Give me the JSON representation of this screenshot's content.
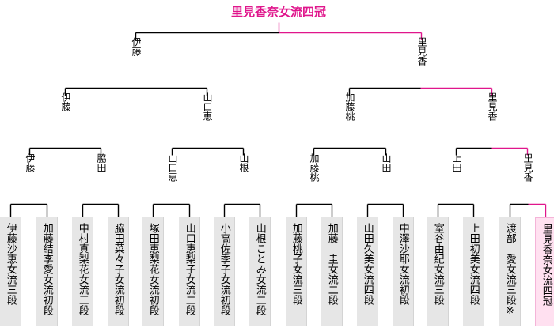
{
  "colors": {
    "winner_line": "#e0168c",
    "line": "#000000",
    "box": "#e6e6e6",
    "champion_box": "#ffe0f0",
    "title": "#e0168c"
  },
  "title": "里見香奈女流四冠",
  "rounds": {
    "final": {
      "left": "伊藤",
      "right": "里見香"
    },
    "semifinal": [
      "伊藤",
      "山口恵",
      "加藤桃",
      "里見香"
    ],
    "quarterfinal": [
      "伊藤",
      "脇田",
      "山口恵",
      "山根",
      "加藤桃",
      "山田",
      "上田",
      "里見香"
    ]
  },
  "players": [
    "伊藤沙恵女流三段",
    "加藤結李愛女流初段",
    "中村真梨花女流三段",
    "脇田菜々子女流初段",
    "塚田恵梨花女流初段",
    "山口恵梨子女流二段",
    "小高佐季子女流初段",
    "山根ことみ女流二段",
    "加藤桃子女流三段",
    "加藤　圭女流二段",
    "山田久美女流四段",
    "中澤沙耶女流初段",
    "室谷由紀女流三段",
    "上田初美女流四段",
    "渡部　愛女流三段※",
    "里見香奈女流四冠"
  ]
}
